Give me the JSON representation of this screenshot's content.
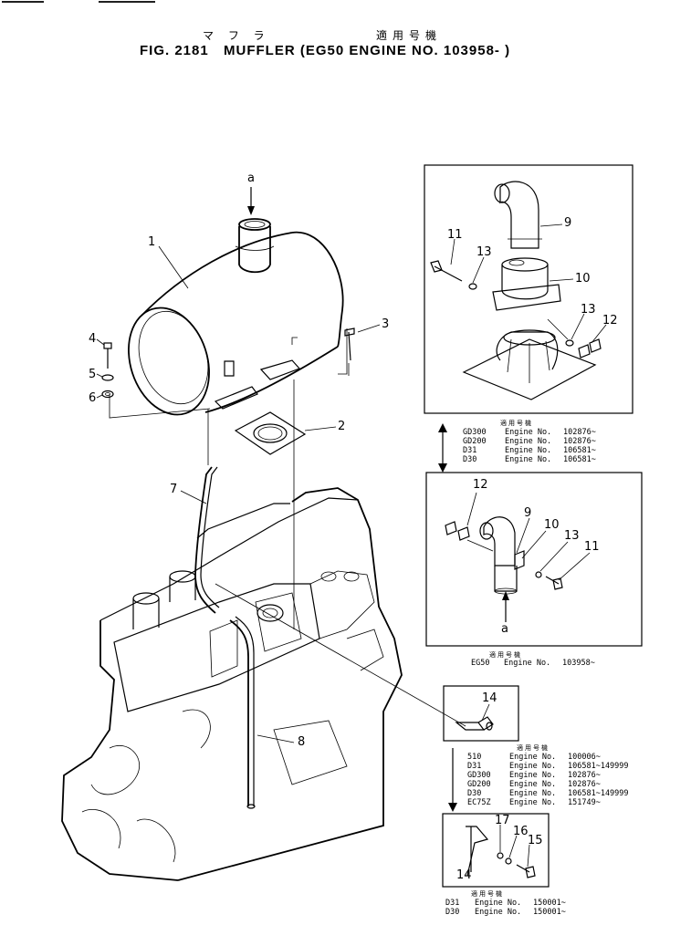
{
  "header": {
    "title_jp_left": "マ フ ラ",
    "title_jp_right": "適用号機",
    "fig_label": "FIG. 2181",
    "title": "MUFFLER (EG50 ENGINE NO. 103958- )"
  },
  "callouts": {
    "main": [
      "1",
      "2",
      "3",
      "4",
      "5",
      "6",
      "7",
      "8"
    ],
    "arrow_a_top": "a",
    "arrow_a_bottom": "a",
    "box1": [
      "9",
      "10",
      "11",
      "12",
      "13",
      "13"
    ],
    "box2": [
      "9",
      "10",
      "11",
      "12",
      "13"
    ],
    "box3": [
      "14"
    ],
    "box4": [
      "14",
      "15",
      "16",
      "17"
    ]
  },
  "applicability": {
    "heading": "適用号機",
    "block1": [
      {
        "model": "GD300",
        "label": "Engine No.",
        "range": "102876~"
      },
      {
        "model": "GD200",
        "label": "Engine No.",
        "range": "102876~"
      },
      {
        "model": "D31",
        "label": "Engine No.",
        "range": "106581~"
      },
      {
        "model": "D30",
        "label": "Engine No.",
        "range": "106581~"
      }
    ],
    "block2": [
      {
        "model": "EG50",
        "label": "Engine No.",
        "range": "103958~"
      }
    ],
    "block3": [
      {
        "model": "510",
        "label": "Engine No.",
        "range": "100006~"
      },
      {
        "model": "D31",
        "label": "Engine No.",
        "range": "106581~149999"
      },
      {
        "model": "GD300",
        "label": "Engine No.",
        "range": "102876~"
      },
      {
        "model": "GD200",
        "label": "Engine No.",
        "range": "102876~"
      },
      {
        "model": "D30",
        "label": "Engine No.",
        "range": "106581~149999"
      },
      {
        "model": "EC75Z",
        "label": "Engine No.",
        "range": "151749~"
      }
    ],
    "block4": [
      {
        "model": "D31",
        "label": "Engine No.",
        "range": "150001~"
      },
      {
        "model": "D30",
        "label": "Engine No.",
        "range": "150001~"
      }
    ]
  }
}
